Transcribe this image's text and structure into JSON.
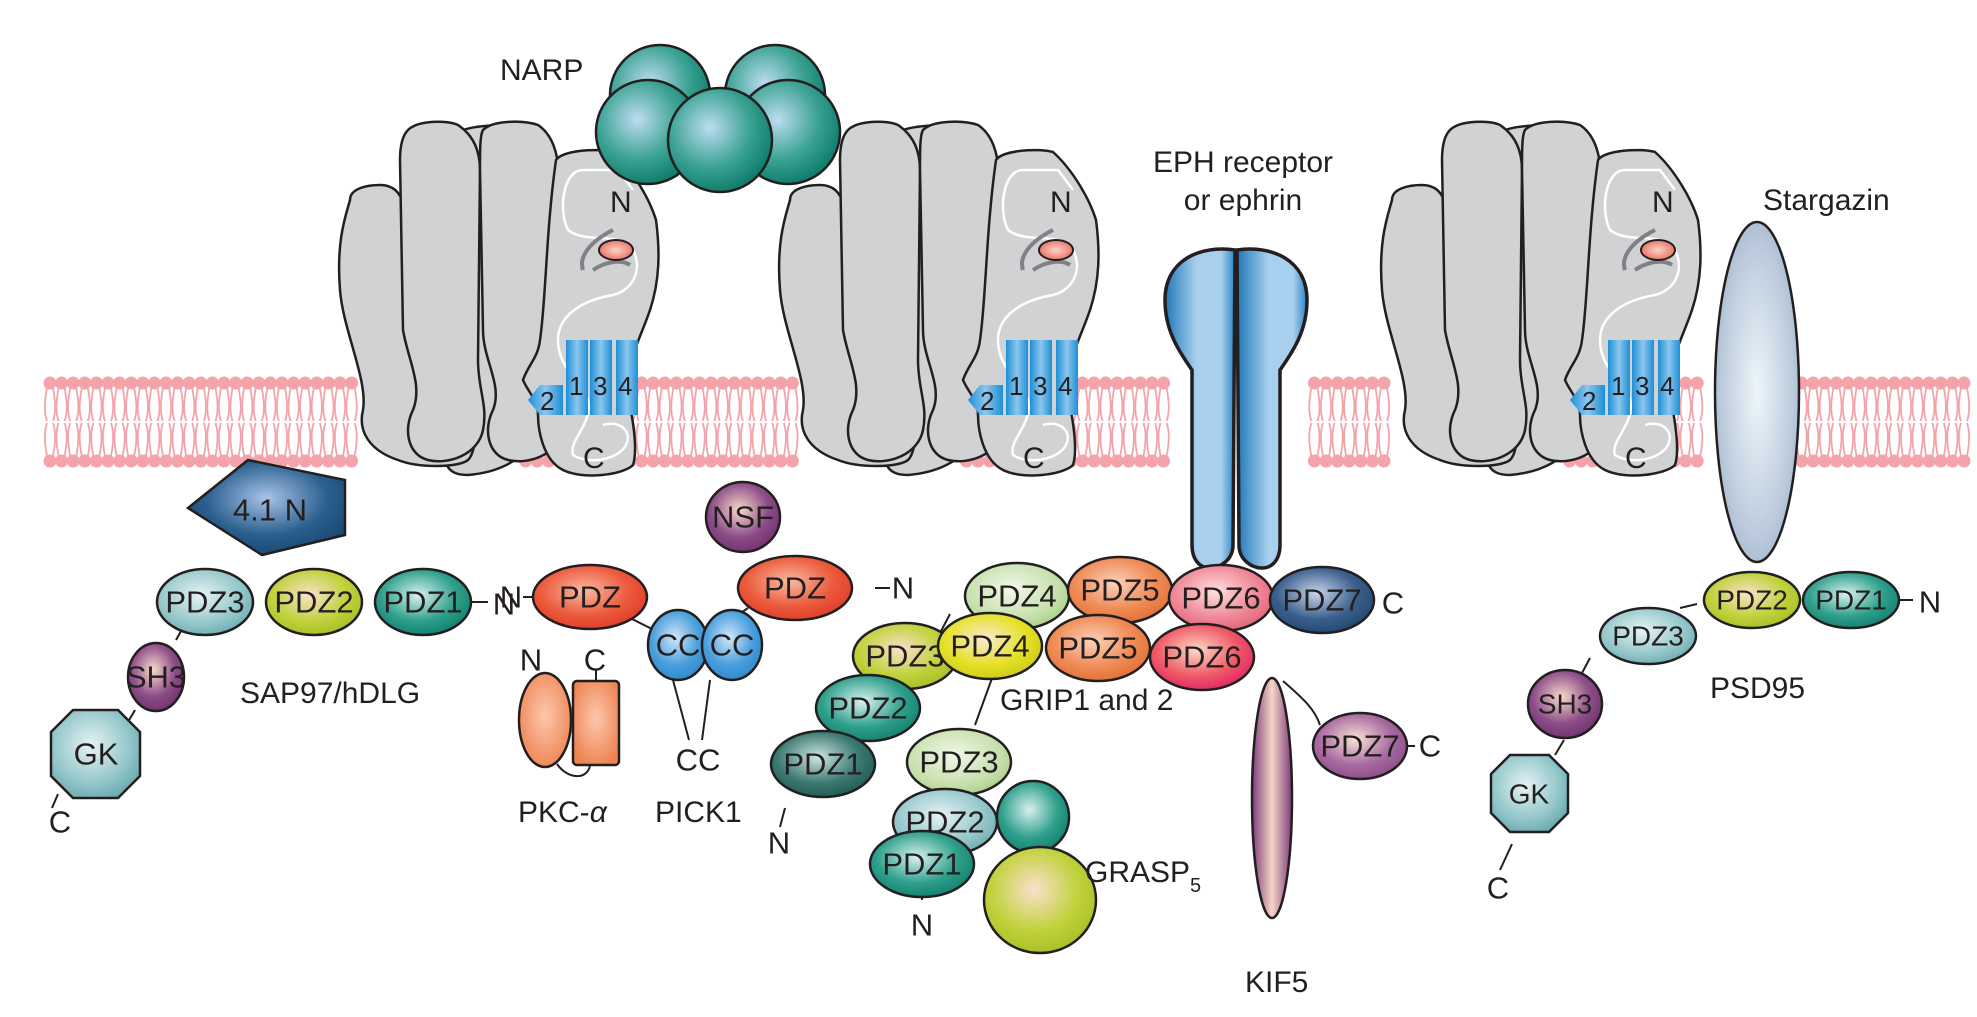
{
  "figure": {
    "type": "schematic",
    "subject": "AMPA receptor interacting proteins at the synapse"
  },
  "colors": {
    "membrane": "#f4a3aa",
    "receptor_gray": "#d1d2d4",
    "tm_blue": "#2a9ad8",
    "narp_teal": "#0f8a76",
    "eph_blue": "#2f8cc8",
    "stargazin": "#b8c8dc",
    "pdz_red": "#e84a2f",
    "cc_blue": "#3a94d6",
    "nsf_purple": "#7a3a78",
    "band41_navy": "#1c4e78",
    "kif5_purple": "#7d3a7b"
  },
  "labels": {
    "narp": "NARP",
    "eph": [
      "EPH receptor",
      "or ephrin"
    ],
    "stargazin": "Stargazin",
    "band41": "4.1 N",
    "nsf": "NSF",
    "sap97": "SAP97/hDLG",
    "pkc": "PKC-",
    "pkc_greek": "α",
    "pick1": "PICK1",
    "cc_term": "CC",
    "grip": "GRIP1 and 2",
    "grasp": "GRASP",
    "grasp_sub": "5",
    "kif5": "KIF5",
    "psd95": "PSD95",
    "n": "N",
    "c": "C"
  },
  "receptors": [
    {
      "name": "receptor-1",
      "tm_segments": [
        "2",
        "1",
        "3",
        "4"
      ],
      "n_label": "N",
      "c_label": "C"
    },
    {
      "name": "receptor-2",
      "tm_segments": [
        "2",
        "1",
        "3",
        "4"
      ],
      "n_label": "N",
      "c_label": "C"
    },
    {
      "name": "receptor-3",
      "tm_segments": [
        "2",
        "1",
        "3",
        "4"
      ],
      "n_label": "N",
      "c_label": "C"
    }
  ],
  "sap97": {
    "domains": [
      "PDZ3",
      "PDZ2",
      "PDZ1",
      "SH3",
      "GK"
    ],
    "n_term": "N",
    "c_term": "C"
  },
  "pick1": {
    "domains": [
      "PDZ",
      "CC",
      "CC",
      "PDZ"
    ],
    "n_term": "N"
  },
  "grip_a": {
    "domains": [
      "PDZ1",
      "PDZ2",
      "PDZ3",
      "PDZ4",
      "PDZ5",
      "PDZ6",
      "PDZ7"
    ],
    "n_term": "N",
    "c_term": "C"
  },
  "grip_b": {
    "domains": [
      "PDZ1",
      "PDZ2",
      "PDZ3",
      "PDZ4",
      "PDZ5",
      "PDZ6",
      "PDZ7"
    ],
    "n_term": "N",
    "c_term": "C"
  },
  "psd95": {
    "domains": [
      "PDZ1",
      "PDZ2",
      "PDZ3",
      "SH3",
      "GK"
    ],
    "n_term": "N",
    "c_term": "C"
  }
}
